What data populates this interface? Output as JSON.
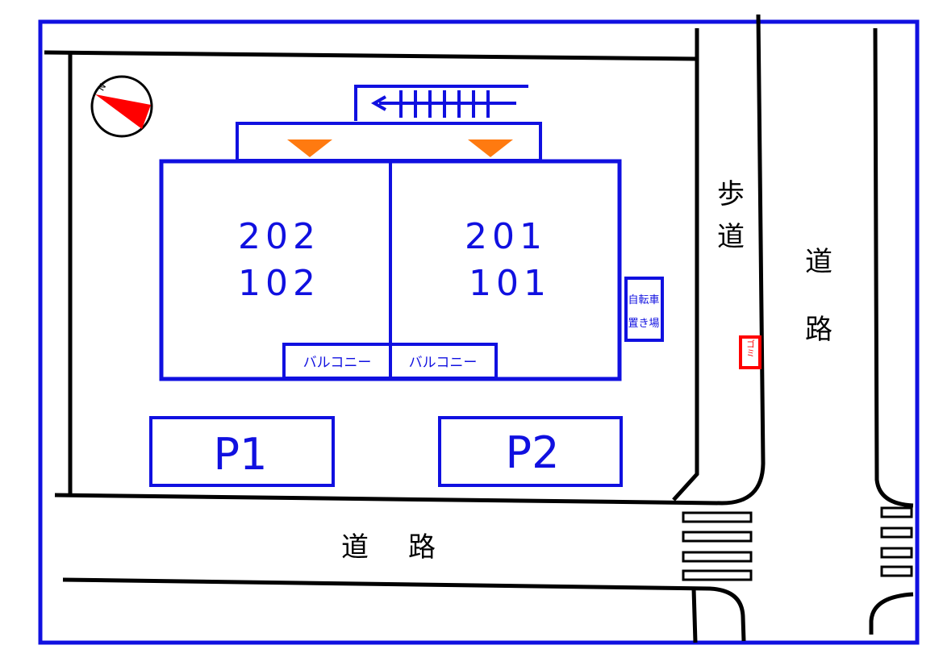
{
  "colors": {
    "border": "#1010e0",
    "building": "#1010e0",
    "road_line": "#000000",
    "entrance_marker": "#ff7a10",
    "compass": "#ff0000",
    "garbage": "#ff0000"
  },
  "compass": {
    "label": "N",
    "icon": "compass-icon"
  },
  "units": {
    "left_upper": "202",
    "left_lower": "102",
    "right_upper": "201",
    "right_lower": "101"
  },
  "balconies": [
    "バルコニー",
    "バルコニー"
  ],
  "bicycle_parking": {
    "line1": "自転車",
    "line2": "置き場"
  },
  "garbage": {
    "label": "ゴミ"
  },
  "parking": [
    "P1",
    "P2"
  ],
  "sidewalk": {
    "char1": "歩",
    "char2": "道"
  },
  "road_right": {
    "char1": "道",
    "char2": "路"
  },
  "road_bottom": {
    "char1": "道",
    "char2": "路"
  }
}
